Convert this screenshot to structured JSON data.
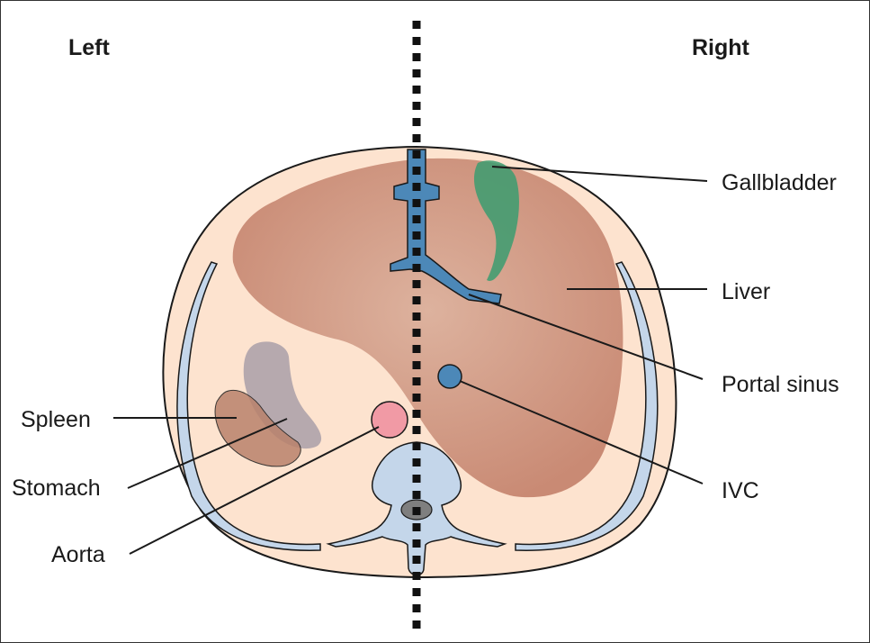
{
  "orientation": {
    "left": "Left",
    "right": "Right"
  },
  "labels": {
    "gallbladder": "Gallbladder",
    "liver": "Liver",
    "portal_sinus": "Portal sinus",
    "ivc": "IVC",
    "spleen": "Spleen",
    "stomach": "Stomach",
    "aorta": "Aorta"
  },
  "colors": {
    "body_fill": "#fde3cf",
    "outline": "#1a1a1a",
    "liver": "#c98a74",
    "liver_highlight": "#ddb29e",
    "gallbladder": "#3b9c70",
    "portal_vein": "#4c88b8",
    "ivc": "#4c88b8",
    "aorta": "#f19aa5",
    "spleen": "#b9826c",
    "stomach": "#a99fa8",
    "rib": "#c4d6ea",
    "vertebra": "#c4d6ea",
    "spinal_cord": "#7f7f7f",
    "midline": "#111111"
  }
}
